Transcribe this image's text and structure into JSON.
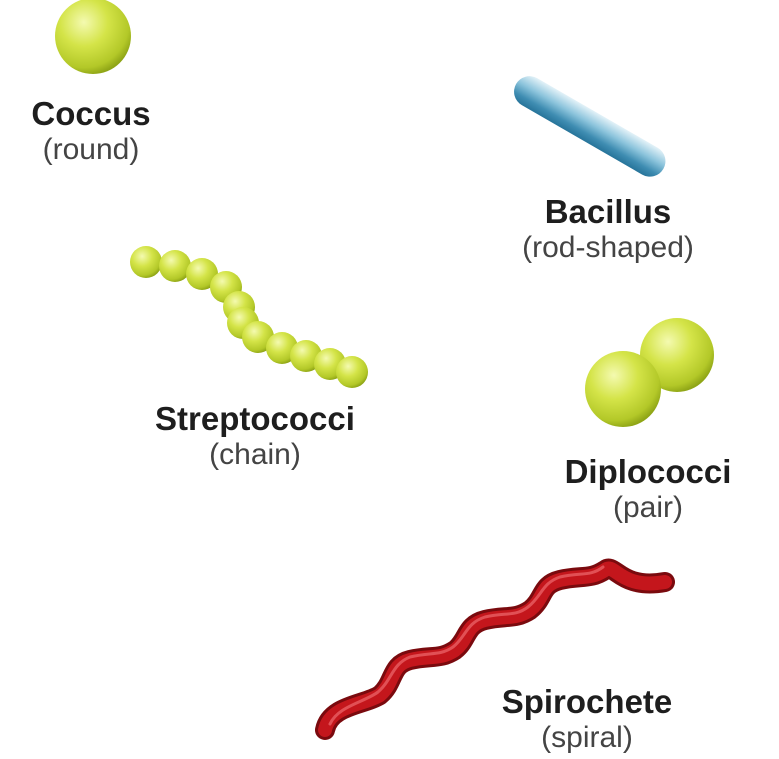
{
  "colors": {
    "coccus_fill": "#c9dd3c",
    "coccus_highlight": "#f4fab0",
    "coccus_shade": "#8fa516",
    "bacillus_fill": "#5aa6c4",
    "bacillus_light": "#d9eef6",
    "bacillus_dark": "#27749a",
    "spirochete_fill": "#c4161c",
    "spirochete_dark": "#7a0a0e",
    "text": "#1e1e1e"
  },
  "items": [
    {
      "name": "Coccus",
      "description": "(round)",
      "shape": "single sphere"
    },
    {
      "name": "Bacillus",
      "description": "(rod-shaped)",
      "shape": "rod"
    },
    {
      "name": "Streptococci",
      "description": "(chain)",
      "shape": "chain of spheres"
    },
    {
      "name": "Diplococci",
      "description": "(pair)",
      "shape": "pair of spheres"
    },
    {
      "name": "Spirochete",
      "description": "(spiral)",
      "shape": "spiral"
    }
  ]
}
